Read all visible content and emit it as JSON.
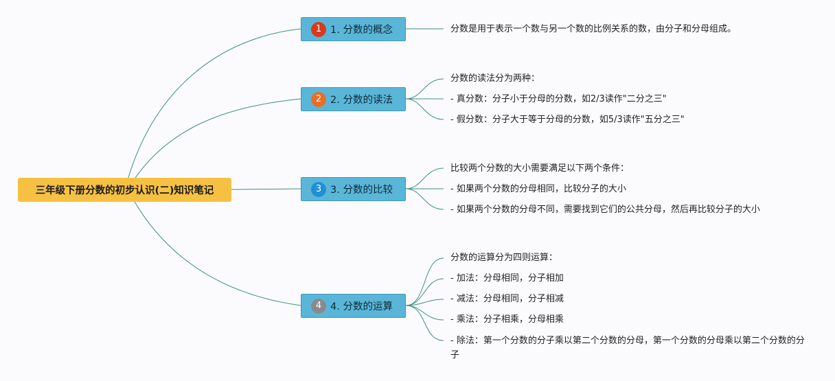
{
  "colors": {
    "root_bg": "#f6c143",
    "branch_bg": "#5ab6d8",
    "connector": "#3c8f7e",
    "badge_1": "#d83a1f",
    "badge_2": "#e86e27",
    "badge_3": "#1f8fd6",
    "badge_4": "#8a8a8a"
  },
  "root": {
    "title": "三年级下册分数的初步认识(二)知识笔记"
  },
  "branches": [
    {
      "badge": "1",
      "label": "1. 分数的概念",
      "items": [
        "分数是用于表示一个数与另一个数的比例关系的数，由分子和分母组成。"
      ]
    },
    {
      "badge": "2",
      "label": "2. 分数的读法",
      "items": [
        "分数的读法分为两种：",
        "- 真分数：分子小于分母的分数，如2/3读作\"二分之三\"",
        "- 假分数：分子大于等于分母的分数，如5/3读作\"五分之三\""
      ]
    },
    {
      "badge": "3",
      "label": "3. 分数的比较",
      "items": [
        "比较两个分数的大小需要满足以下两个条件：",
        "- 如果两个分数的分母相同，比较分子的大小",
        "- 如果两个分数的分母不同，需要找到它们的公共分母，然后再比较分子的大小"
      ]
    },
    {
      "badge": "4",
      "label": "4. 分数的运算",
      "items": [
        "分数的运算分为四则运算：",
        "- 加法：分母相同，分子相加",
        "- 减法：分母相同，分子相减",
        "- 乘法：分子相乘，分母相乘",
        "- 除法：第一个分数的分子乘以第二个分数的分母，第一个分数的分母乘以第二个分数的分子"
      ]
    }
  ]
}
